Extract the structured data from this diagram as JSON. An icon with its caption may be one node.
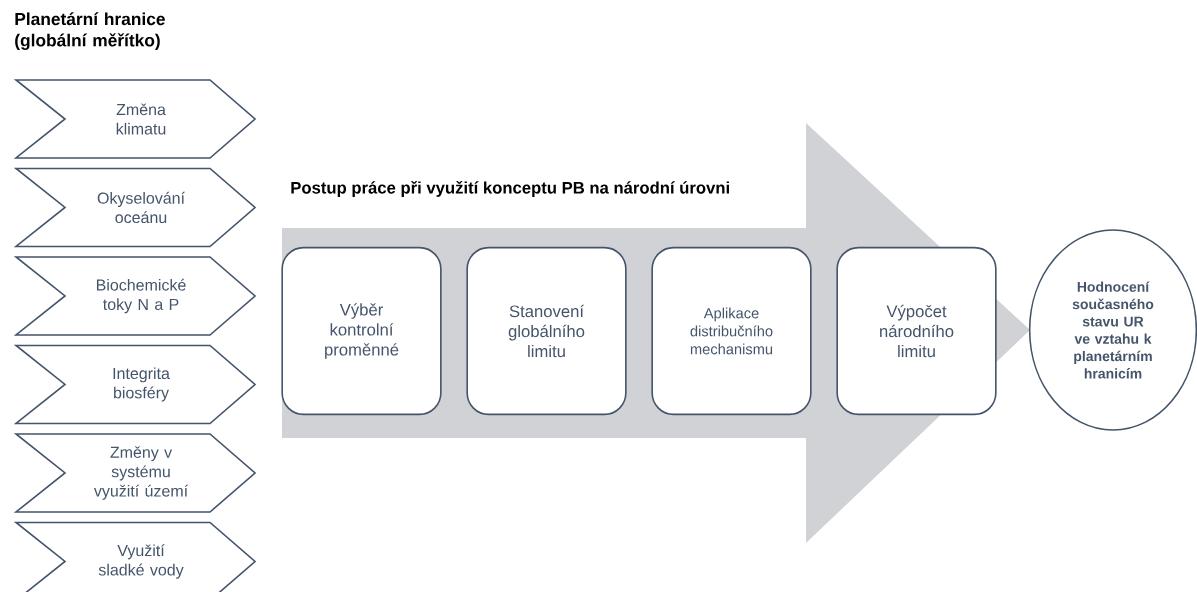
{
  "diagram": {
    "nodes": [
      {
        "text": [
          "Změna klimatu"
        ]
      },
      {
        "text": [
          "Okyselování oceánu"
        ]
      },
      {
        "text": [
          "Biochemické toky N a P"
        ]
      },
      {
        "text": [
          "Integrita biosféry"
        ]
      },
      {
        "text": [
          "Změny v systému využití území"
        ]
      },
      {
        "text": [
          "Využití sladké vody"
        ]
      },
      {
        "text": [
          "Postup práce při využití konceptu PB na národní úrovni"
        ]
      },
      {
        "text": [
          "Výběr kontrolní proměnné"
        ],
        "in": 6
      },
      {
        "text": [
          "Stanovení globálního limitu"
        ],
        "in": 6
      },
      {
        "text": [
          "Aplikace distribučního mechanismu"
        ],
        "in": 6
      },
      {
        "text": [
          "Výpočet národního limitu"
        ],
        "in": 6
      },
      {
        "text": [
          "Hodnocení současného stavu UR ve vztahu k planetárním hranicím"
        ]
      }
    ],
    "labels": [
      "Planetární hranice (globální měřítko)"
    ]
  }
}
